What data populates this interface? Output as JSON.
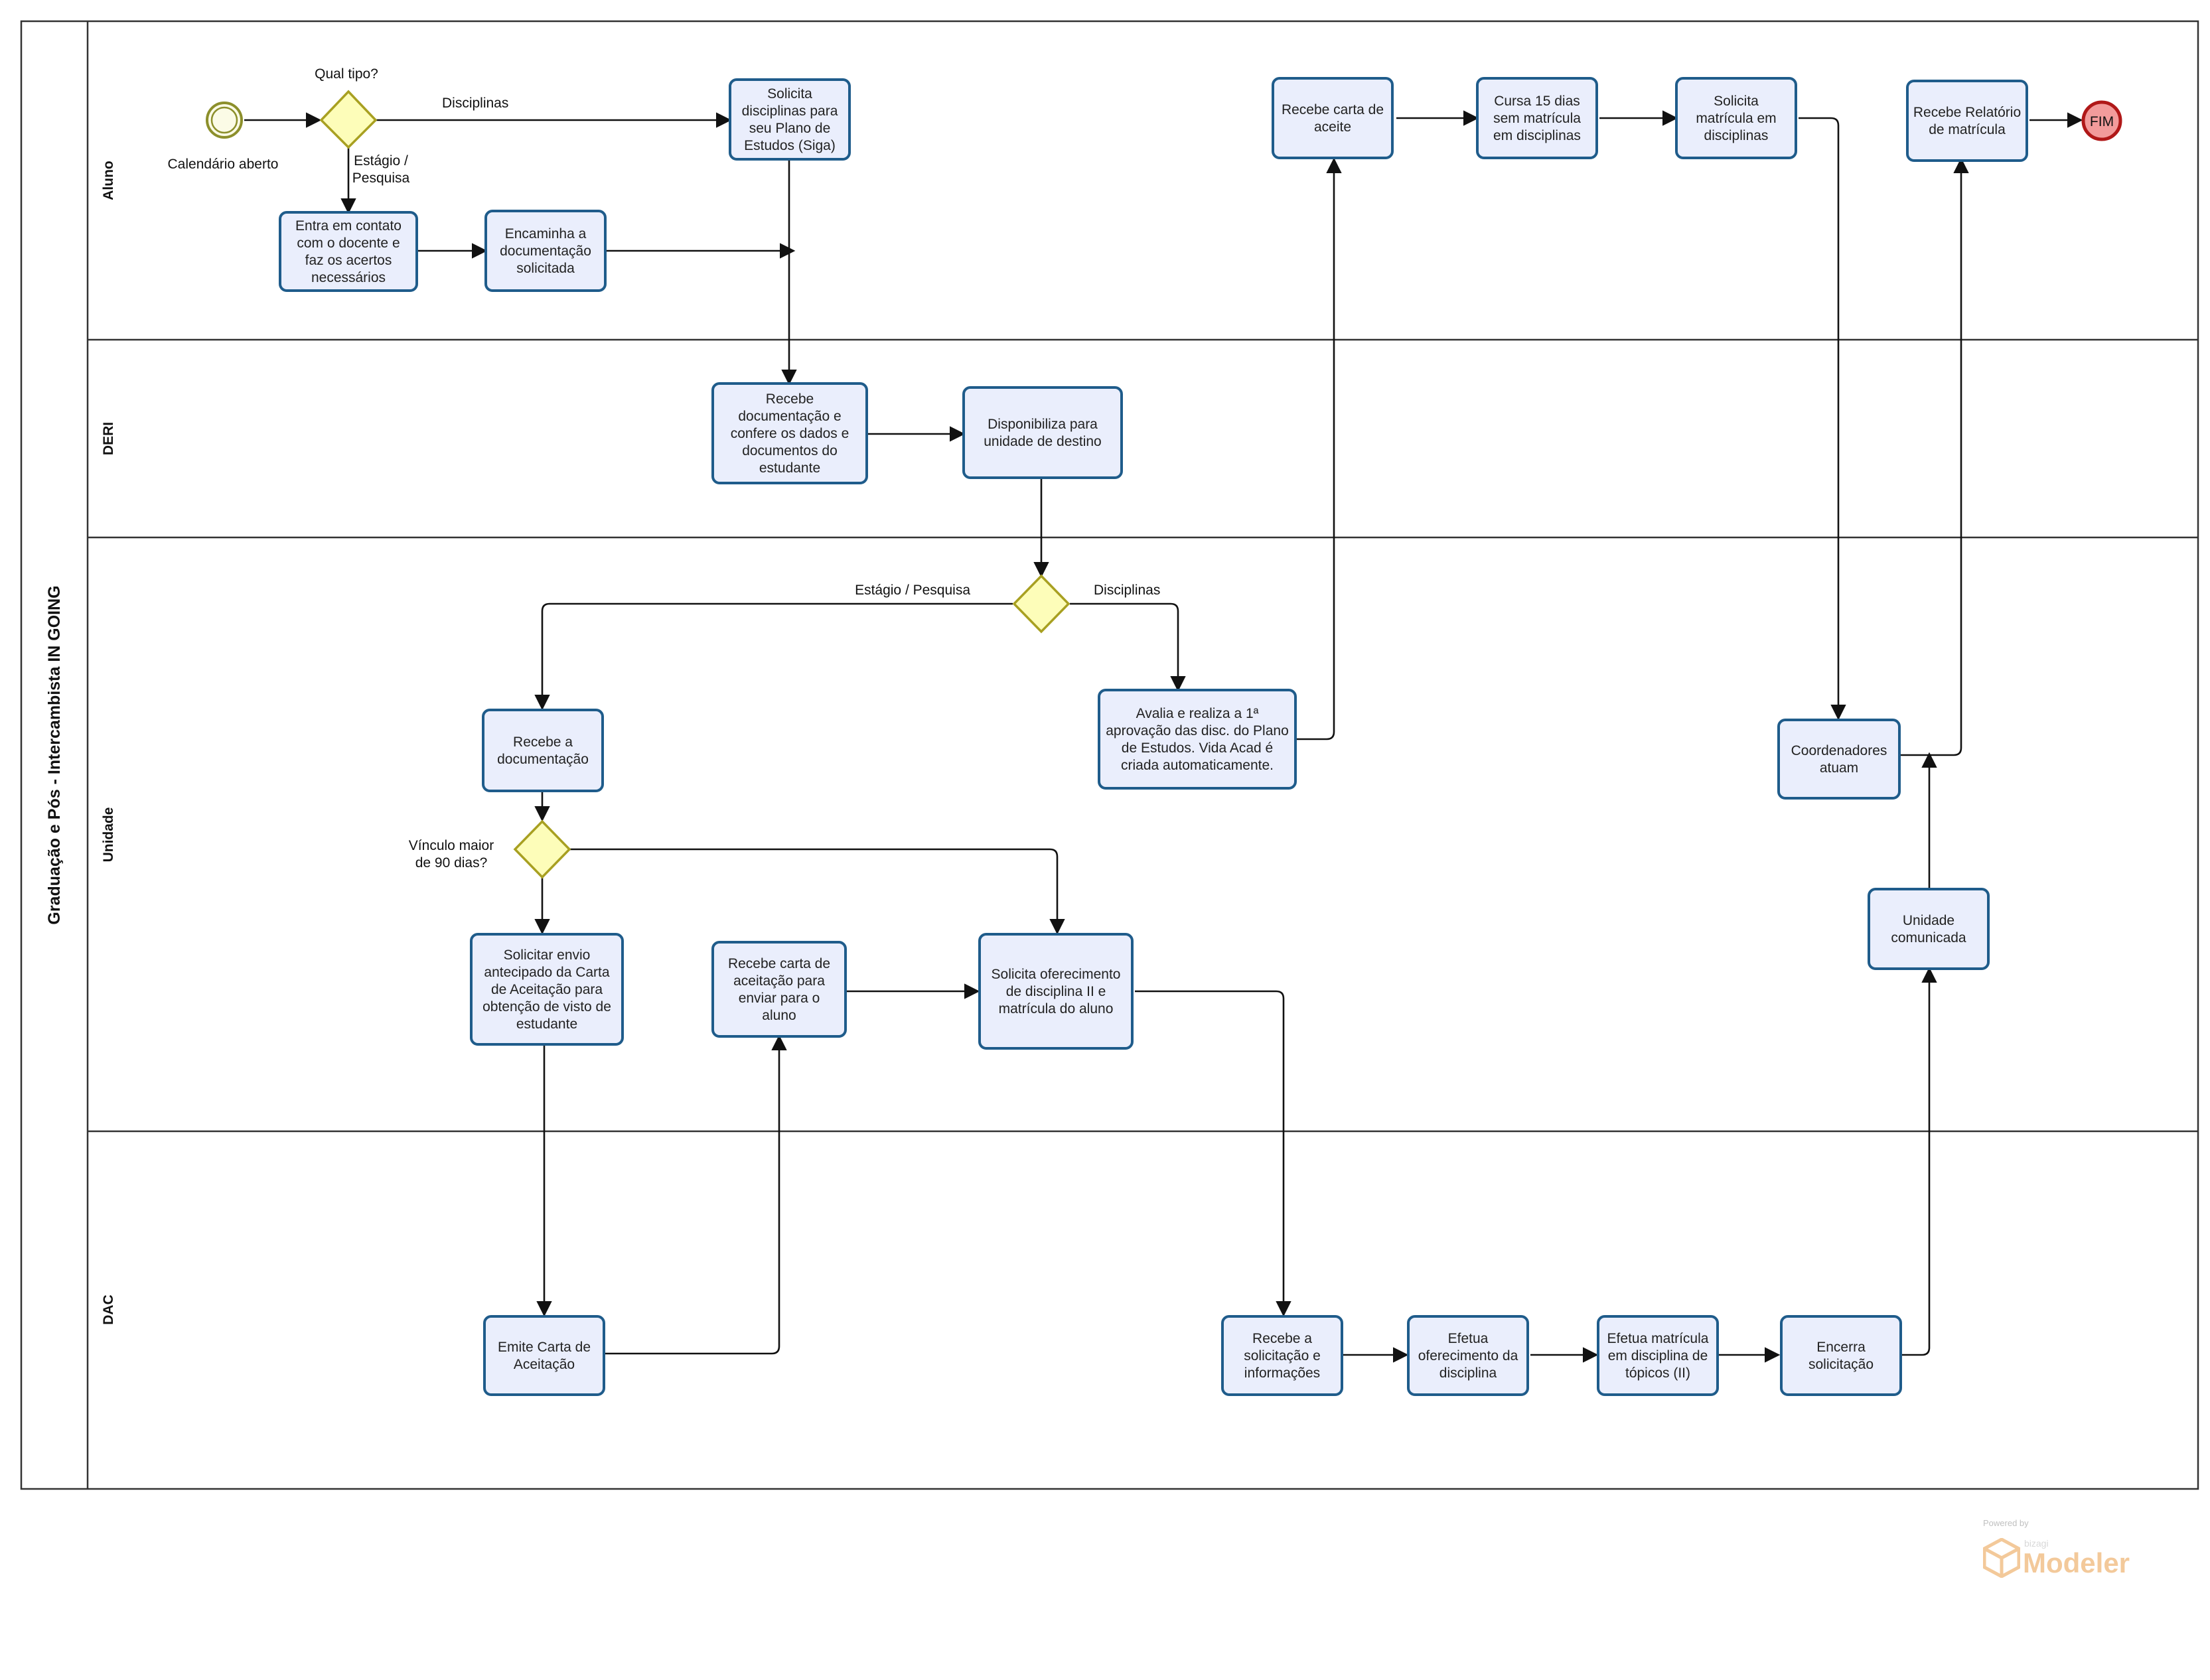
{
  "pool": {
    "title": "Graduação e Pós - Intercambista IN GOING"
  },
  "lanes": [
    "Aluno",
    "DERI",
    "Unidade",
    "DAC"
  ],
  "start_event": {
    "label": "Calendário aberto"
  },
  "end_event": {
    "label": "FIM"
  },
  "gateways": {
    "qual_tipo": {
      "label": "Qual tipo?"
    },
    "unidade_tipo": {
      "label": ""
    },
    "vinculo": {
      "label": "Vínculo maior\nde 90 dias?"
    }
  },
  "tasks": {
    "solicita_disciplinas": "Solicita\ndisciplinas para\nseu Plano de\nEstudos (Siga)",
    "entra_contato": "Entra em contato\ncom o docente e\nfaz os acertos\nnecessários",
    "encaminha_doc": "Encaminha a\ndocumentação\nsolicitada",
    "recebe_carta_aceite": "Recebe carta de\naceite",
    "cursa_15_dias": "Cursa 15 dias\nsem matrícula\nem disciplinas",
    "solicita_matricula": "Solicita\nmatrícula em\ndisciplinas",
    "recebe_relatorio": "Recebe Relatório\nde matrícula",
    "recebe_doc_deri": "Recebe\ndocumentação e\nconfere os dados e\ndocumentos do\nestudante",
    "disponibiliza": "Disponibiliza para\nunidade de destino",
    "recebe_doc_unidade": "Recebe a\ndocumentação",
    "avalia_realiza": "Avalia e realiza a 1ª\naprovação das disc. do Plano\nde Estudos. Vida Acad é\ncriada automaticamente.",
    "coordenadores": "Coordenadores\natuam",
    "solicitar_envio": "Solicitar envio\nantecipado da Carta\nde Aceitação para\nobtenção de visto de\nestudante",
    "recebe_carta_aceitacao": "Recebe carta de\naceitação para\nenviar para o\naluno",
    "solicita_oferecimento": "Solicita oferecimento\nde disciplina II e\nmatrícula do aluno",
    "unidade_comunicada": "Unidade\ncomunicada",
    "emite_carta": "Emite Carta de\nAceitação",
    "recebe_solicitacao": "Recebe a\nsolicitação e\ninformações",
    "efetua_oferecimento": "Efetua\noferecimento da\ndisciplina",
    "efetua_matricula": "Efetua matrícula\nem disciplina de\ntópicos (II)",
    "encerra": "Encerra\nsolicitação"
  },
  "flow_labels": {
    "disciplinas_top": "Disciplinas",
    "estagio_top": "Estágio /\nPesquisa",
    "estagio_mid": "Estágio / Pesquisa",
    "disciplinas_mid": "Disciplinas"
  },
  "branding": {
    "powered": "Powered by",
    "bizagi": "bizagi",
    "modeler": "Modeler"
  },
  "colors": {
    "task_fill": "#eaeefc",
    "task_stroke": "#1f5c8b",
    "gateway_fill": "#fdfdb9",
    "gateway_stroke": "#a8a021",
    "start_stroke": "#8c8f2b",
    "end_fill": "#f29b9b",
    "end_stroke": "#b01818"
  }
}
